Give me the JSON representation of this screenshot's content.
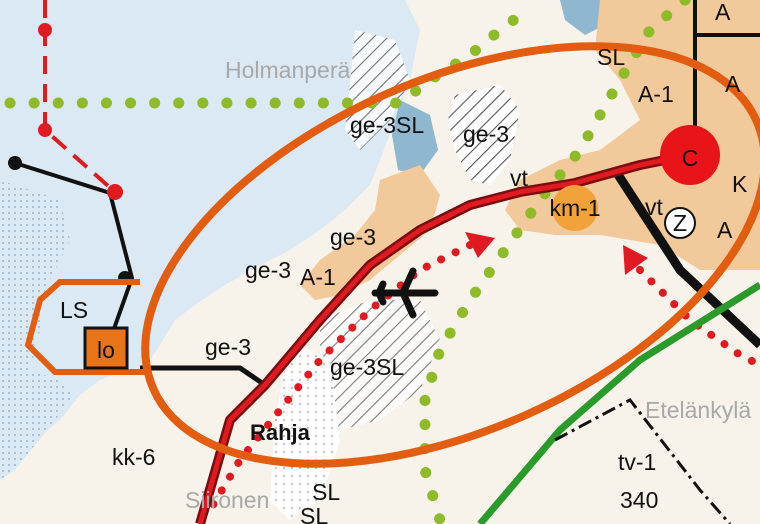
{
  "map": {
    "colors": {
      "water": "#dbe9f4",
      "sea_dots": "#7fa7c2",
      "land": "#f7f3ea",
      "residential": "#f2c99b",
      "road": "#b8141a",
      "zone_outline": "#e35d10",
      "green_route": "#8fba2a",
      "red_route": "#e11a22",
      "power_line": "#111111",
      "green_line": "#2a9a2a",
      "center_marker": "#e8141a",
      "km_marker": "#f2a23a"
    },
    "place_names": {
      "holmanpera": "Holmanperä",
      "etelankyla": "Etelänkylä",
      "rahja": "Rahja",
      "siironen": "Siironen"
    },
    "labels": {
      "sl_top": "SL",
      "a_top": "A",
      "a_right": "A",
      "a1_top": "A-1",
      "a1_mid": "A-1",
      "a_mid": "A",
      "k_big": "K",
      "ge3sl_top": "ge-3SL",
      "ge3_top": "ge-3",
      "ge3_mid": "ge-3",
      "ge3_left": "ge-3",
      "ge3_road": "ge-3",
      "ge3sl_low": "ge-3SL",
      "vt_1": "vt",
      "vt_2": "vt",
      "ls": "LS",
      "kk6": "kk-6",
      "sl_bottom": "SL",
      "sl_bottom2": "SL",
      "tv1": "tv-1",
      "tv1_num": "340"
    },
    "markers": {
      "center": "C",
      "km": "km-1",
      "z": "Z",
      "lo": "lo"
    },
    "icons": [
      "airplane-icon"
    ]
  }
}
